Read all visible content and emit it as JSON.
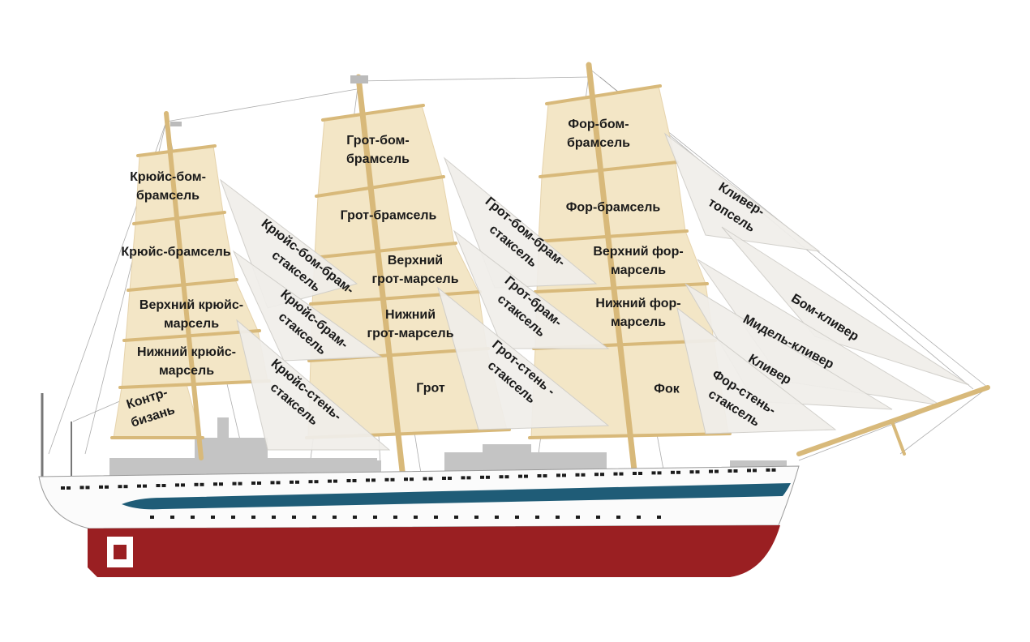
{
  "colors": {
    "square_sail": "#f3e6c6",
    "staysail": "#f0eeea",
    "hull_red": "#9a1f22",
    "hull_blue": "#1f5c77",
    "hull_white": "#fbfbfb",
    "deck_gray": "#c4c4c4",
    "spar": "#d8b97a",
    "rigging": "#8a8a8a"
  },
  "labels": {
    "mizzen_royal": [
      "Крюйс-бом-",
      "брамсель"
    ],
    "mizzen_topgallant": [
      "Крюйс-брамсель"
    ],
    "mizzen_upper_topsail": [
      "Верхний крюйс-",
      "марсель"
    ],
    "mizzen_lower_topsail": [
      "Нижний крюйс-",
      "марсель"
    ],
    "spanker": [
      "Контр-",
      "бизань"
    ],
    "mizzen_royal_staysail": [
      "Крюйс-бом-брам-",
      "стаксель"
    ],
    "mizzen_topgallant_staysail": [
      "Крюйс-брам-",
      "стаксель"
    ],
    "mizzen_topmast_staysail": [
      "Крюйс-стень-",
      "стаксель"
    ],
    "main_royal": [
      "Грот-бом-",
      "брамсель"
    ],
    "main_topgallant": [
      "Грот-брамсель"
    ],
    "main_upper_topsail": [
      "Верхний",
      "грот-марсель"
    ],
    "main_lower_topsail": [
      "Нижний",
      "грот-марсель"
    ],
    "mainsail": [
      "Грот"
    ],
    "main_royal_staysail": [
      "Грот-бом-брам-",
      "стаксель"
    ],
    "main_topgallant_staysail": [
      "Грот-брам-",
      "стаксель"
    ],
    "main_topmast_staysail": [
      "Грот-стень -",
      "стаксель"
    ],
    "fore_royal": [
      "Фор-бом-",
      "брамсель"
    ],
    "fore_topgallant": [
      "Фор-брамсель"
    ],
    "fore_upper_topsail": [
      "Верхний фор-",
      "марсель"
    ],
    "fore_lower_topsail": [
      "Нижний фор-",
      "марсель"
    ],
    "foresail": [
      "Фок"
    ],
    "fore_topmast_staysail": [
      "Фор-стень-",
      "стаксель"
    ],
    "flying_jib": [
      "Кливер-",
      "топсель"
    ],
    "outer_jib": [
      "Бом-кливер"
    ],
    "middle_jib": [
      "Мидель-кливер"
    ],
    "jib": [
      "Кливер"
    ]
  }
}
